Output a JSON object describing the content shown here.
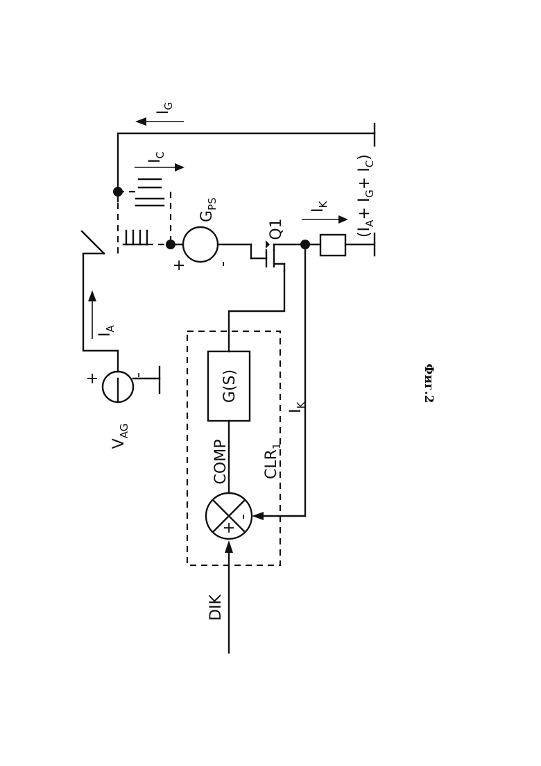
{
  "figure": {
    "caption": "Фиг.2"
  },
  "labels": {
    "source_main": "V",
    "source_sub": "AG",
    "ia_main": "I",
    "ia_sub": "A",
    "ic_main": "I",
    "ic_sub": "C",
    "ig_main": "I",
    "ig_sub": "G",
    "gps_main": "G",
    "gps_sub": "PS",
    "q1": "Q1",
    "ik_top_main": "I",
    "ik_top_sub": "K",
    "ik_main": "I",
    "ik_sub": "K",
    "sum_expr_open": "(I",
    "sum_expr_a": "A",
    "sum_expr_plus_i": "+ I",
    "sum_expr_g": "G",
    "sum_expr_plus_i2": "+ I",
    "sum_expr_c": "C",
    "sum_expr_close": ")",
    "gs_block": "G(S)",
    "comp": "COMP",
    "clr_main": "CLR",
    "clr_sub": "1",
    "dik": "DIK",
    "plus": "+",
    "minus": "-"
  }
}
